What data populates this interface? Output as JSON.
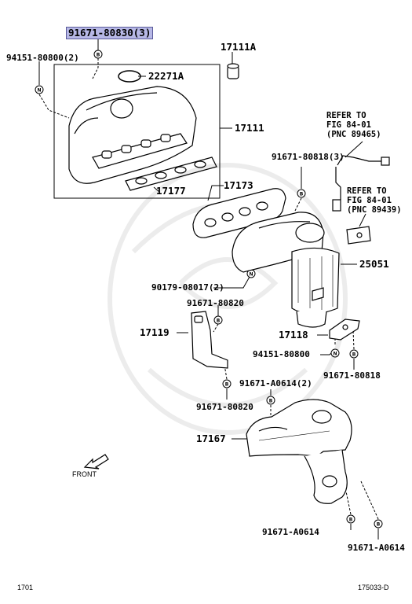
{
  "parts": {
    "p_91671_80830": "91671-80830(3)",
    "p_94151_80800_top": "94151-80800(2)",
    "p_17111A": "17111A",
    "p_22271A": "22271A",
    "p_17111": "17111",
    "p_17177": "17177",
    "p_17173": "17173",
    "p_91671_80818_3": "91671-80818(3)",
    "p_25051": "25051",
    "p_90179_08017": "90179-08017(2)",
    "p_91671_80820_a": "91671-80820",
    "p_17119": "17119",
    "p_17118": "17118",
    "p_94151_80800": "94151-80800",
    "p_91671_80818": "91671-80818",
    "p_91671_A0614_2": "91671-A0614(2)",
    "p_91671_80820_b": "91671-80820",
    "p_17167": "17167",
    "p_91671_A0614_a": "91671-A0614",
    "p_91671_A0614_b": "91671-A0614"
  },
  "refs": {
    "ref1_line1": "REFER TO",
    "ref1_line2": "FIG 84-01",
    "ref1_line3": "(PNC 89465)",
    "ref2_line1": "REFER TO",
    "ref2_line2": "FIG 84-01",
    "ref2_line3": "(PNC 89439)"
  },
  "markers": {
    "bolt": "B",
    "nut": "N"
  },
  "front_label": "FRONT",
  "footer": {
    "left": "1701",
    "right": "175033-D"
  },
  "colors": {
    "highlight": "#b7b8e6",
    "line": "#000000",
    "watermark": "#e8e8e8"
  }
}
